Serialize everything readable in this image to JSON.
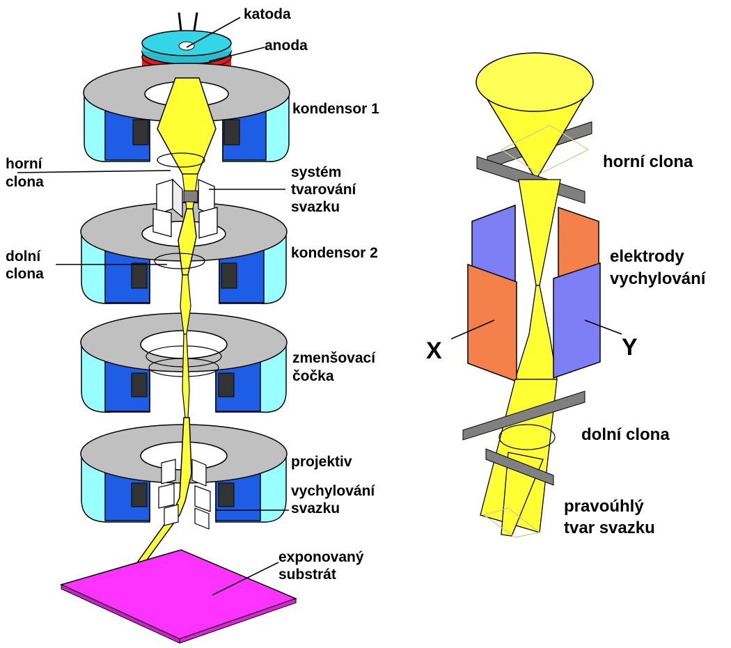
{
  "colors": {
    "beam": "#ffff33",
    "magnet_gray": "#c0c0c0",
    "magnet_side": "#99ffff",
    "coil_blue": "#1e5ee6",
    "cathode_cyan": "#33d6e6",
    "anode_red": "#ee1a1a",
    "substrate": "#ff33ff",
    "electrode_orange": "#f4804a",
    "electrode_blue": "#7f7ff5",
    "aperture_gray": "#808080"
  },
  "left_column": {
    "labels": {
      "katoda": "katoda",
      "anoda": "anoda",
      "kondensor1": "kondensor 1",
      "horni_clona": [
        "horní",
        "clona"
      ],
      "system_tvarovani": [
        "systém",
        "tvarování",
        "svazku"
      ],
      "kondensor2": "kondensor 2",
      "dolni_clona": [
        "dolní",
        "clona"
      ],
      "zmensovaci_cocka": [
        "zmenšovací",
        "čočka"
      ],
      "projektiv": "projektiv",
      "vychylovani_svazku": [
        "vychylování",
        "svazku"
      ],
      "exponovany_substrat": [
        "exponovaný",
        "substrát"
      ]
    }
  },
  "right_column": {
    "labels": {
      "horni_clona": "horní clona",
      "elektrody_vychylovani": [
        "elektrody",
        "vychylování"
      ],
      "x_axis": "X",
      "y_axis": "Y",
      "dolni_clona": "dolní clona",
      "pravouhly_tvar": [
        "pravoúhlý",
        "tvar svazku"
      ]
    }
  }
}
